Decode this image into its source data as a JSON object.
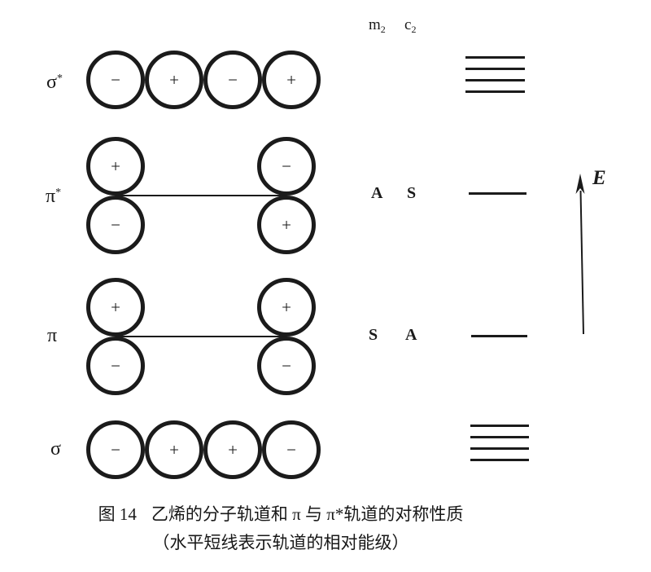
{
  "page": {
    "background": "#ffffff",
    "ink": "#1b1b1b",
    "description_type": "molecular-orbital-diagram"
  },
  "symmetry": {
    "header": {
      "col1_base": "m",
      "col1_sub": "2",
      "col2_base": "c",
      "col2_sub": "2"
    },
    "pi_star": {
      "m2": "A",
      "c2": "S"
    },
    "pi": {
      "m2": "S",
      "c2": "A"
    }
  },
  "orbitals": {
    "sigma_star": {
      "label_base": "σ",
      "label_sup": "*",
      "lobe_signs": [
        "−",
        "+",
        "−",
        "+"
      ]
    },
    "pi_star": {
      "label_base": "π",
      "label_sup": "*",
      "left_top": "+",
      "left_bottom": "−",
      "right_top": "−",
      "right_bottom": "+"
    },
    "pi": {
      "label_base": "π",
      "left_top": "+",
      "left_bottom": "−",
      "right_top": "+",
      "right_bottom": "−"
    },
    "sigma": {
      "label_base": "σ",
      "lobe_signs": [
        "−",
        "+",
        "+",
        "−"
      ]
    }
  },
  "energy_levels": {
    "sigma_star_lines": 4,
    "pi_star_lines": 1,
    "pi_lines": 1,
    "sigma_lines": 4,
    "axis_label": "E"
  },
  "caption": {
    "figure_label": "图 14",
    "title": "乙烯的分子轨道和 π 与 π*轨道的对称性质",
    "note": "（水平短线表示轨道的相对能级）"
  }
}
